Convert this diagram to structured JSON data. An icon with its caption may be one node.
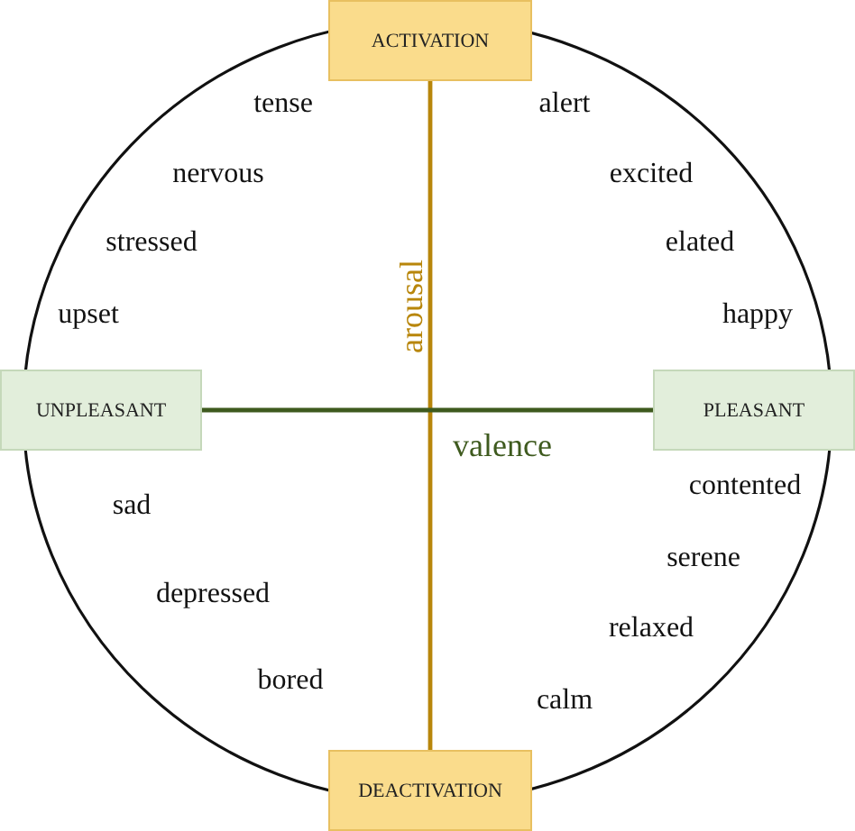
{
  "diagram": {
    "nodes": [
      {
        "text": [
          "ACTIVATION"
        ]
      },
      {
        "text": [
          "UNPLEASANT"
        ]
      },
      {
        "text": [
          "PLEASANT"
        ]
      },
      {
        "text": [
          "DEACTIVATION"
        ]
      }
    ],
    "edges": [
      {
        "from": 0,
        "to": 3,
        "arrow": "none",
        "label": "arousal",
        "color": "#b8860b"
      },
      {
        "from": 1,
        "to": 2,
        "arrow": "none",
        "label": "valence",
        "color": "#3e5a1e"
      }
    ],
    "labels": [
      "tense",
      "alert",
      "nervous",
      "excited",
      "stressed",
      "elated",
      "upset",
      "happy",
      "sad",
      "contented",
      "serene",
      "depressed",
      "relaxed",
      "bored",
      "calm"
    ]
  }
}
